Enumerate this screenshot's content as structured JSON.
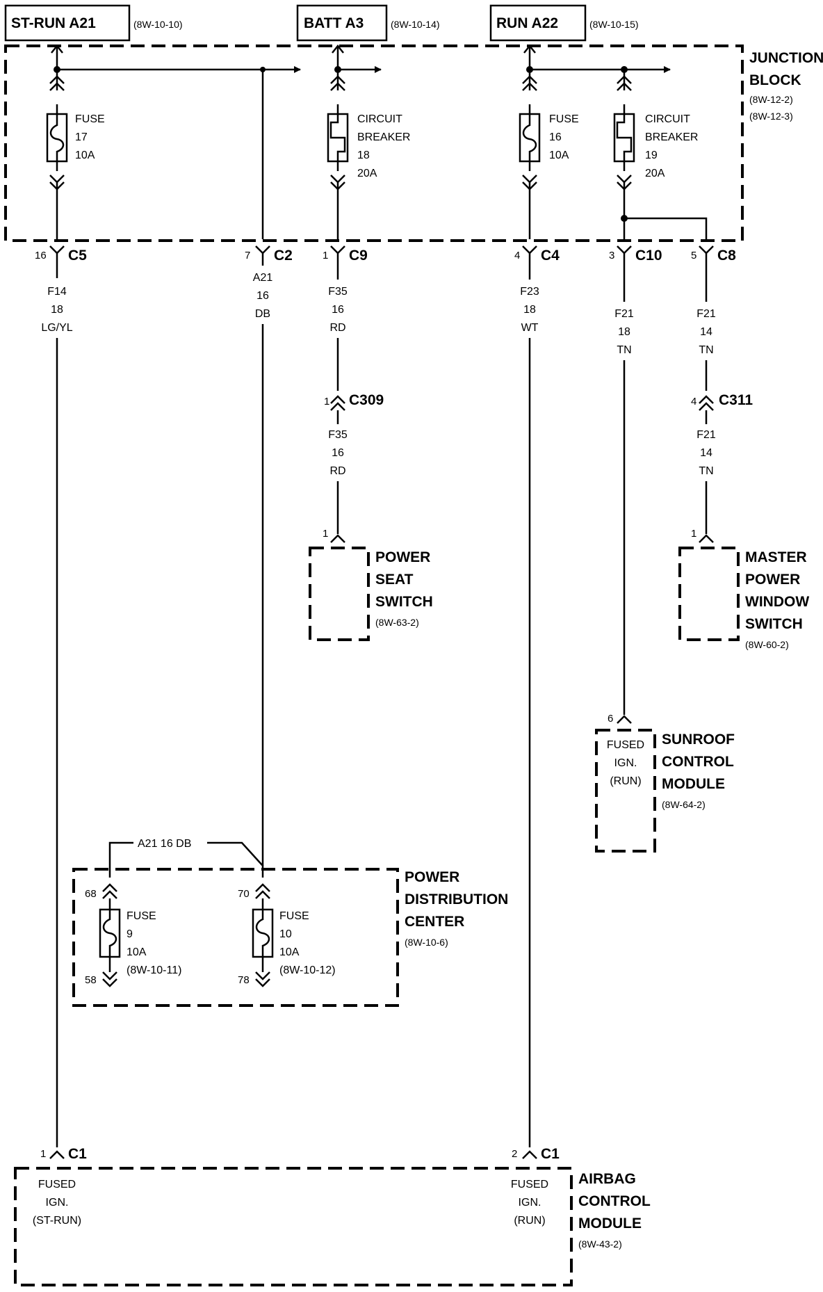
{
  "sources": [
    {
      "title": "ST-RUN A21",
      "ref": "(8W-10-10)"
    },
    {
      "title": "BATT A3",
      "ref": "(8W-10-14)"
    },
    {
      "title": "RUN A22",
      "ref": "(8W-10-15)"
    }
  ],
  "junction_block": {
    "name_line1": "JUNCTION",
    "name_line2": "BLOCK",
    "ref1": "(8W-12-2)",
    "ref2": "(8W-12-3)"
  },
  "fuses": [
    {
      "line1": "FUSE",
      "line2": "17",
      "line3": "10A"
    },
    {
      "line1": "CIRCUIT",
      "line2": "BREAKER",
      "line3": "18",
      "line4": "20A"
    },
    {
      "line1": "FUSE",
      "line2": "16",
      "line3": "10A"
    },
    {
      "line1": "CIRCUIT",
      "line2": "BREAKER",
      "line3": "19",
      "line4": "20A"
    }
  ],
  "connectors": [
    {
      "pin": "16",
      "name": "C5"
    },
    {
      "pin": "7",
      "name": "C2"
    },
    {
      "pin": "1",
      "name": "C9"
    },
    {
      "pin": "4",
      "name": "C4"
    },
    {
      "pin": "3",
      "name": "C10"
    },
    {
      "pin": "5",
      "name": "C8"
    },
    {
      "pin": "1",
      "name": "C309"
    },
    {
      "pin": "4",
      "name": "C311"
    },
    {
      "pin": "1",
      "name": "C1"
    },
    {
      "pin": "2",
      "name": "C1"
    }
  ],
  "wires": [
    {
      "circuit": "F14",
      "gauge": "18",
      "color": "LG/YL"
    },
    {
      "circuit": "A21",
      "gauge": "16",
      "color": "DB"
    },
    {
      "circuit": "F35",
      "gauge": "16",
      "color": "RD"
    },
    {
      "circuit": "F23",
      "gauge": "18",
      "color": "WT"
    },
    {
      "circuit": "F21",
      "gauge": "18",
      "color": "TN"
    },
    {
      "circuit": "F21",
      "gauge": "14",
      "color": "TN"
    },
    {
      "circuit": "F35",
      "gauge": "16",
      "color": "RD"
    },
    {
      "circuit": "F21",
      "gauge": "14",
      "color": "TN"
    }
  ],
  "power_seat_switch": {
    "pin": "1",
    "line1": "POWER",
    "line2": "SEAT",
    "line3": "SWITCH",
    "ref": "(8W-63-2)"
  },
  "master_power_window_switch": {
    "pin": "1",
    "line1": "MASTER",
    "line2": "POWER",
    "line3": "WINDOW",
    "line4": "SWITCH",
    "ref": "(8W-60-2)"
  },
  "sunroof_module": {
    "pin": "6",
    "inner1": "FUSED",
    "inner2": "IGN.",
    "inner3": "(RUN)",
    "line1": "SUNROOF",
    "line2": "CONTROL",
    "line3": "MODULE",
    "ref": "(8W-64-2)"
  },
  "pdc": {
    "wire_label": "A21   16 DB",
    "line1": "POWER",
    "line2": "DISTRIBUTION",
    "line3": "CENTER",
    "ref": "(8W-10-6)",
    "fuse_a": {
      "in_pin": "68",
      "out_pin": "58",
      "line1": "FUSE",
      "line2": "9",
      "line3": "10A",
      "ref": "(8W-10-11)"
    },
    "fuse_b": {
      "in_pin": "70",
      "out_pin": "78",
      "line1": "FUSE",
      "line2": "10",
      "line3": "10A",
      "ref": "(8W-10-12)"
    }
  },
  "airbag_module": {
    "line1": "AIRBAG",
    "line2": "CONTROL",
    "line3": "MODULE",
    "ref": "(8W-43-2)",
    "left_inner1": "FUSED",
    "left_inner2": "IGN.",
    "left_inner3": "(ST-RUN)",
    "right_inner1": "FUSED",
    "right_inner2": "IGN.",
    "right_inner3": "(RUN)"
  }
}
